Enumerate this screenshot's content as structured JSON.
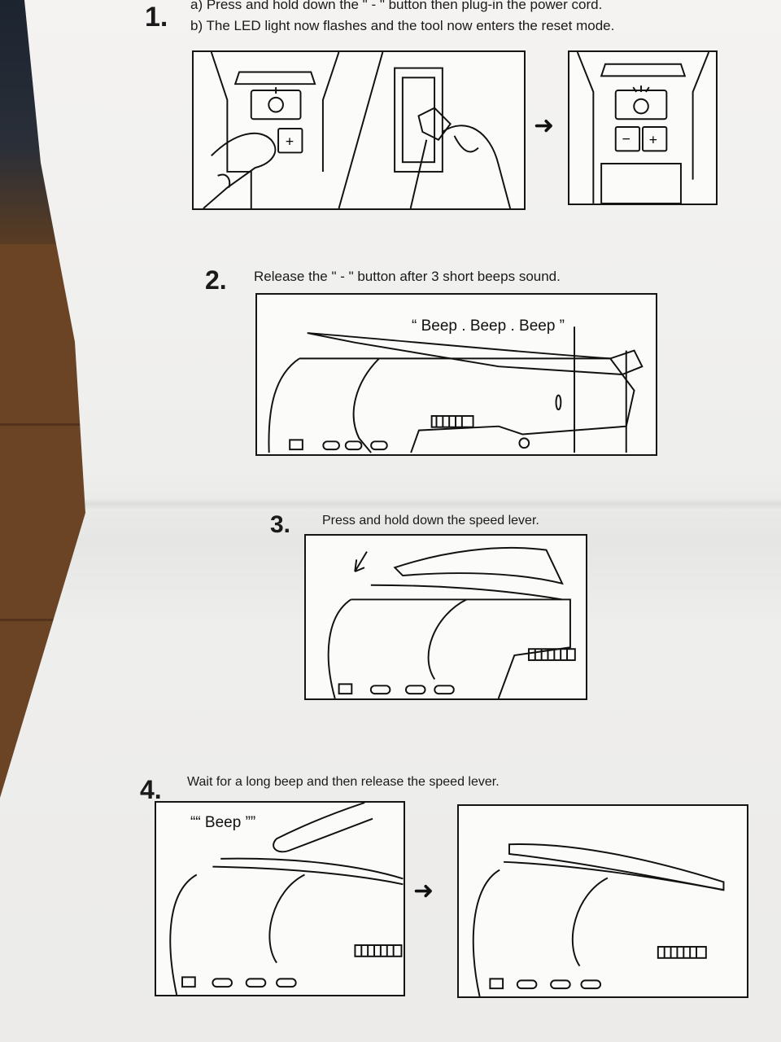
{
  "step1": {
    "number": "1.",
    "line_a": "a) Press and hold down the \" - \" button then plug-in the power cord.",
    "line_b": "b) The LED light now flashes and the tool now enters the reset mode.",
    "button_plus": "+",
    "button_minus": "−"
  },
  "step2": {
    "number": "2.",
    "text": "Release the \" - \" button after 3 short beeps sound.",
    "sound": "“ Beep . Beep . Beep ”"
  },
  "step3": {
    "number": "3.",
    "text": "Press and hold down the speed lever."
  },
  "step4": {
    "number": "4.",
    "text": "Wait for a long beep and then release the speed lever.",
    "sound": "““ Beep ””"
  },
  "icons": {
    "arrow": "arrow-right-icon"
  }
}
